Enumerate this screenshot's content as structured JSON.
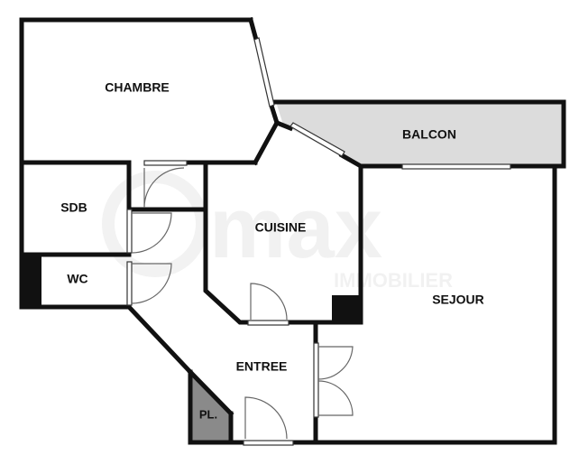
{
  "rooms": {
    "chambre": "CHAMBRE",
    "balcon": "BALCON",
    "sdb": "SDB",
    "cuisine": "CUISINE",
    "wc": "WC",
    "sejour": "SEJOUR",
    "entree": "ENTREE",
    "placard": "PL."
  },
  "watermark": {
    "brand": "max",
    "subtitle": "IMMOBILIER"
  },
  "colors": {
    "wall": "#111111",
    "balcony": "#dcdcdc",
    "placard": "#8a8a8a",
    "door": "#666666"
  }
}
